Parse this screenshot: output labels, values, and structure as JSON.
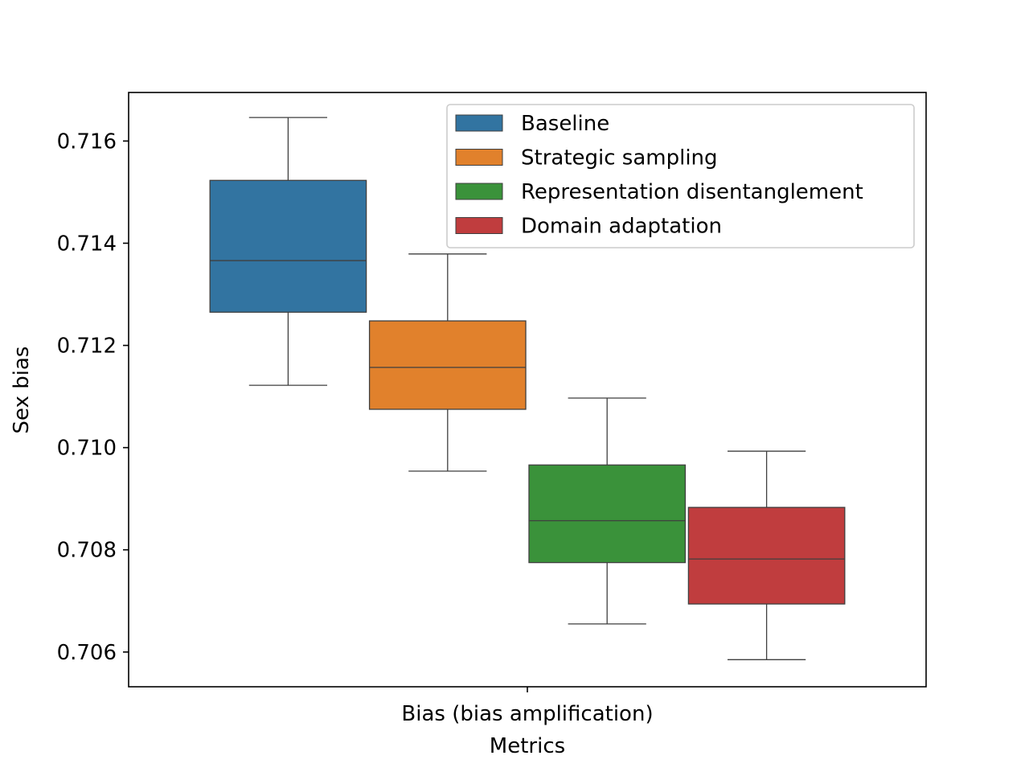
{
  "chart_data": {
    "type": "box",
    "xlabel": "Metrics",
    "ylabel": "Sex bias",
    "categories": [
      "Bias (bias amplification)"
    ],
    "ylim": [
      0.70532,
      0.71695
    ],
    "yticks": [
      0.706,
      0.708,
      0.71,
      0.712,
      0.714,
      0.716
    ],
    "ytick_labels": [
      "0.706",
      "0.708",
      "0.710",
      "0.712",
      "0.714",
      "0.716"
    ],
    "legend_position": "top-right",
    "series": [
      {
        "name": "Baseline",
        "color": "#3274a1",
        "whisker_low": 0.71122,
        "q1": 0.71265,
        "median": 0.71366,
        "q3": 0.71523,
        "whisker_high": 0.71646
      },
      {
        "name": "Strategic sampling",
        "color": "#e1812c",
        "whisker_low": 0.70954,
        "q1": 0.71075,
        "median": 0.71157,
        "q3": 0.71248,
        "whisker_high": 0.71379
      },
      {
        "name": "Representation disentanglement",
        "color": "#3a923a",
        "whisker_low": 0.70655,
        "q1": 0.70775,
        "median": 0.70857,
        "q3": 0.70966,
        "whisker_high": 0.71097
      },
      {
        "name": "Domain adaptation",
        "color": "#c03d3e",
        "whisker_low": 0.70585,
        "q1": 0.70694,
        "median": 0.70782,
        "q3": 0.70883,
        "whisker_high": 0.70993
      }
    ]
  }
}
